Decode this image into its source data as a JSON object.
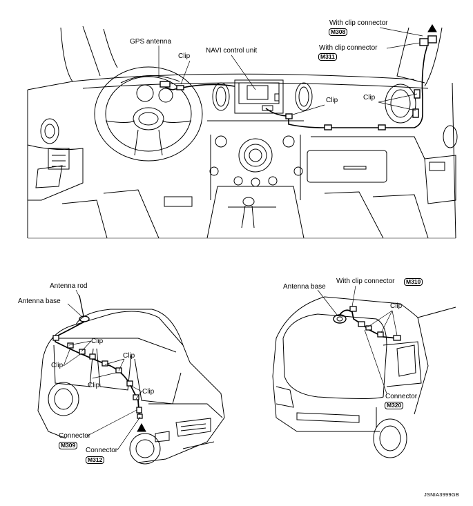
{
  "dashboard": {
    "gps_antenna": "GPS antenna",
    "clip_center": "Clip",
    "navi_control_unit": "NAVI control unit",
    "with_clip_connector_1": "With clip connector",
    "with_clip_connector_2": "With clip connector",
    "code_m308": "M308",
    "code_m311": "M311",
    "clip_right_1": "Clip",
    "clip_right_2": "Clip"
  },
  "car_left": {
    "antenna_rod": "Antenna rod",
    "antenna_base": "Antenna base",
    "clip_a": "Clip",
    "clip_b": "Clip",
    "clip_c": "Clip",
    "clip_d": "Clip",
    "clip_e": "Clip",
    "connector_1": "Connector",
    "code_m309": "M309",
    "connector_2": "Connector",
    "code_m312": "M312"
  },
  "car_right": {
    "antenna_base": "Antenna base",
    "with_clip_connector": "With clip connector",
    "code_m310": "M310",
    "clip": "Clip",
    "connector": "Connector",
    "code_m320": "M320"
  },
  "figure_id": "JSNIA3999GB"
}
